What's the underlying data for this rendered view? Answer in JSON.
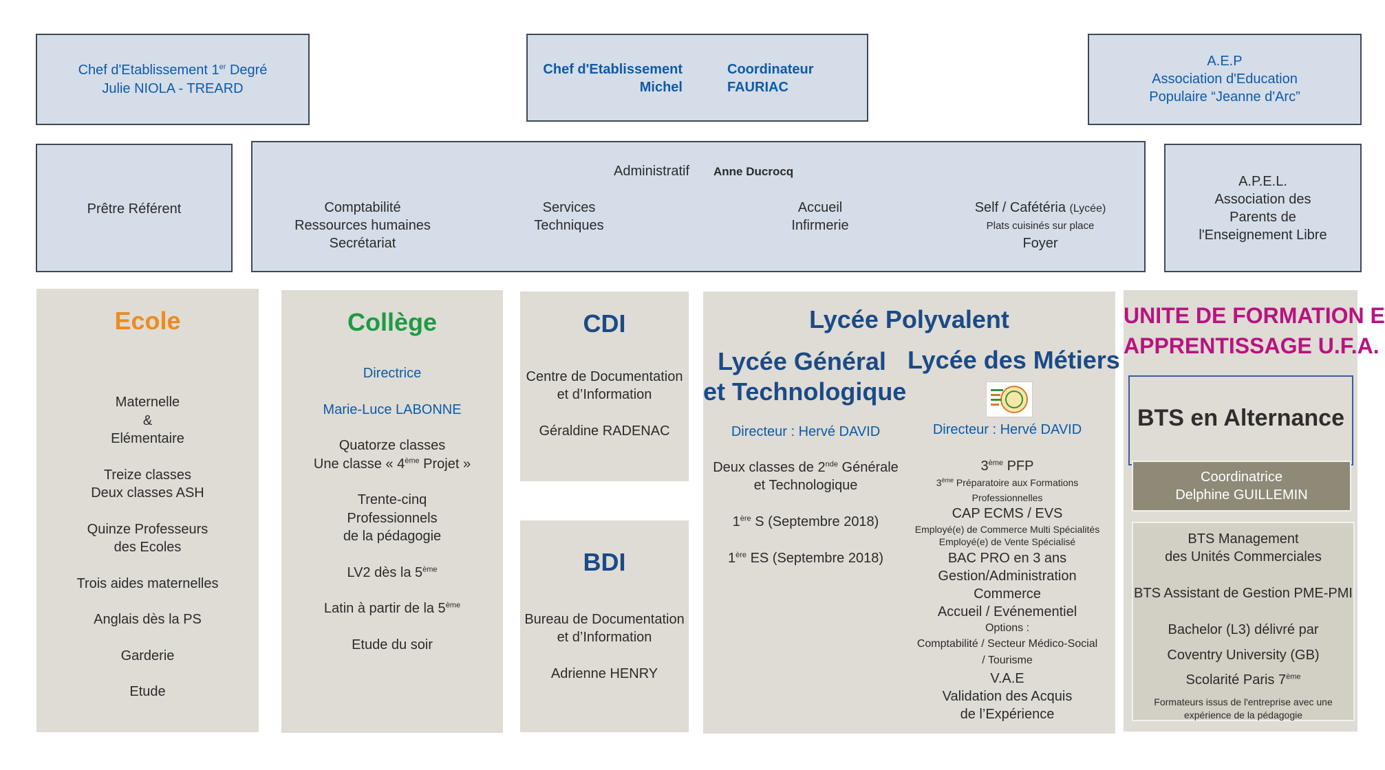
{
  "top": {
    "chef1": {
      "line1": "Chef d'Etablissement 1",
      "line1_sup": "er",
      "line1_end": " Degré",
      "line2": "Julie NIOLA - TREARD"
    },
    "chef_center": {
      "left_l1": "Chef d'Etablissement",
      "left_l2": "Michel",
      "right_l1": "Coordinateur",
      "right_l2": "FAURIAC"
    },
    "aep": {
      "l1": "A.E.P",
      "l2": "Association d'Education",
      "l3": "Populaire “Jeanne d'Arc”"
    }
  },
  "row2": {
    "pretre": "Prêtre Référent",
    "admin": {
      "label": "Administratif",
      "name": "Anne Ducrocq",
      "g1": [
        "Comptabilité",
        "Ressources humaines",
        "Secrétariat"
      ],
      "g2": [
        "Services",
        "Techniques"
      ],
      "g3": [
        "Accueil",
        "Infirmerie"
      ],
      "g4_l1": "Self / Cafétéria",
      "g4_l1_small": "(Lycée)",
      "g4_l2": "Plats cuisinés sur place",
      "g4_l3": "Foyer"
    },
    "apel": [
      "A.P.E.L.",
      "Association des",
      "Parents de",
      "l'Enseignement Libre"
    ]
  },
  "ecole": {
    "title": "Ecole",
    "items": [
      "Maternelle",
      "&",
      "Elémentaire",
      "",
      "Treize classes",
      "Deux classes ASH",
      "",
      "Quinze Professeurs",
      "des Ecoles",
      "",
      "Trois aides maternelles",
      "",
      "Anglais dès la PS",
      "",
      "Garderie",
      "",
      "Etude"
    ]
  },
  "college": {
    "title": "Collège",
    "role": "Directrice",
    "name": "Marie-Luce LABONNE",
    "l1": "Quatorze classes",
    "l2_a": "Une classe « 4",
    "l2_sup": "ème",
    "l2_b": " Projet »",
    "l3": "Trente-cinq",
    "l4": "Professionnels",
    "l5": "de la pédagogie",
    "l6_a": "LV2 dès la 5",
    "l6_sup": "ème",
    "l7_a": "Latin à partir de la 5",
    "l7_sup": "ème",
    "l8": "Etude du soir"
  },
  "cdi": {
    "title": "CDI",
    "l1": "Centre de Documentation",
    "l2": "et d’Information",
    "name": "Géraldine RADENAC"
  },
  "bdi": {
    "title": "BDI",
    "l1": "Bureau de Documentation",
    "l2": "et d’Information",
    "name": "Adrienne HENRY"
  },
  "lycee": {
    "title": "Lycée Polyvalent",
    "lgt_title_l1": "Lycée Général",
    "lgt_title_l2": "et Technologique",
    "lgt_director": "Directeur : Hervé DAVID",
    "lgt_l1_a": "Deux classes de 2",
    "lgt_l1_sup": "nde",
    "lgt_l1_b": " Générale",
    "lgt_l2": "et Technologique",
    "lgt_l3_a": "1",
    "lgt_l3_sup": "ère",
    "lgt_l3_b": " S (Septembre 2018)",
    "lgt_l4_a": "1",
    "lgt_l4_sup": "ère",
    "lgt_l4_b": " ES (Septembre 2018)",
    "lm_title": "Lycée des Métiers",
    "lm_director": "Directeur : Hervé DAVID",
    "lm_pfp_a": "3",
    "lm_pfp_sup": "ème",
    "lm_pfp_b": " PFP",
    "lm_pfp_small_a": "3",
    "lm_pfp_small_sup": "ème",
    "lm_pfp_small_b": " Préparatoire aux Formations",
    "lm_pfp_small_2": "Professionnelles",
    "lm_cap": "CAP ECMS / EVS",
    "lm_cap_s1": "Employé(e) de Commerce Multi Spécialités",
    "lm_cap_s2": "Employé(e) de Vente Spécialisé",
    "lm_bac": "BAC PRO en 3 ans",
    "lm_bac2": "Gestion/Administration",
    "lm_bac3": "Commerce",
    "lm_bac4": "Accueil / Evénementiel",
    "lm_opt": "Options :",
    "lm_opt2": "Comptabilité / Secteur Médico-Social",
    "lm_opt3": "/ Tourisme",
    "lm_vae": "V.A.E",
    "lm_vae2": "Validation des Acquis",
    "lm_vae3": "de l’Expérience"
  },
  "ufa": {
    "title_l1": "UNITE DE FORMATION EN",
    "title_l2": "APPRENTISSAGE U.F.A. - BTS",
    "bts_alt": "BTS en Alternance",
    "coord_role": "Coordinatrice",
    "coord_name": "Delphine GUILLEMIN",
    "b1": "BTS Management",
    "b2": "des Unités Commerciales",
    "b3": "BTS Assistant de Gestion PME-PMI",
    "b4": "Bachelor (L3) délivré par",
    "b5": "Coventry University (GB)",
    "b6_a": "Scolarité Paris 7",
    "b6_sup": "ème",
    "b7": "Formateurs issus de l'entreprise avec une",
    "b8": "expérience de la pédagogie"
  },
  "colors": {
    "navy": "#0e5aa8",
    "heading_blue": "#1b4a86",
    "ecole": "#f08a1e",
    "college": "#1e9a44",
    "ufa": "#b8137f",
    "coord_bg": "#8f8a77"
  }
}
